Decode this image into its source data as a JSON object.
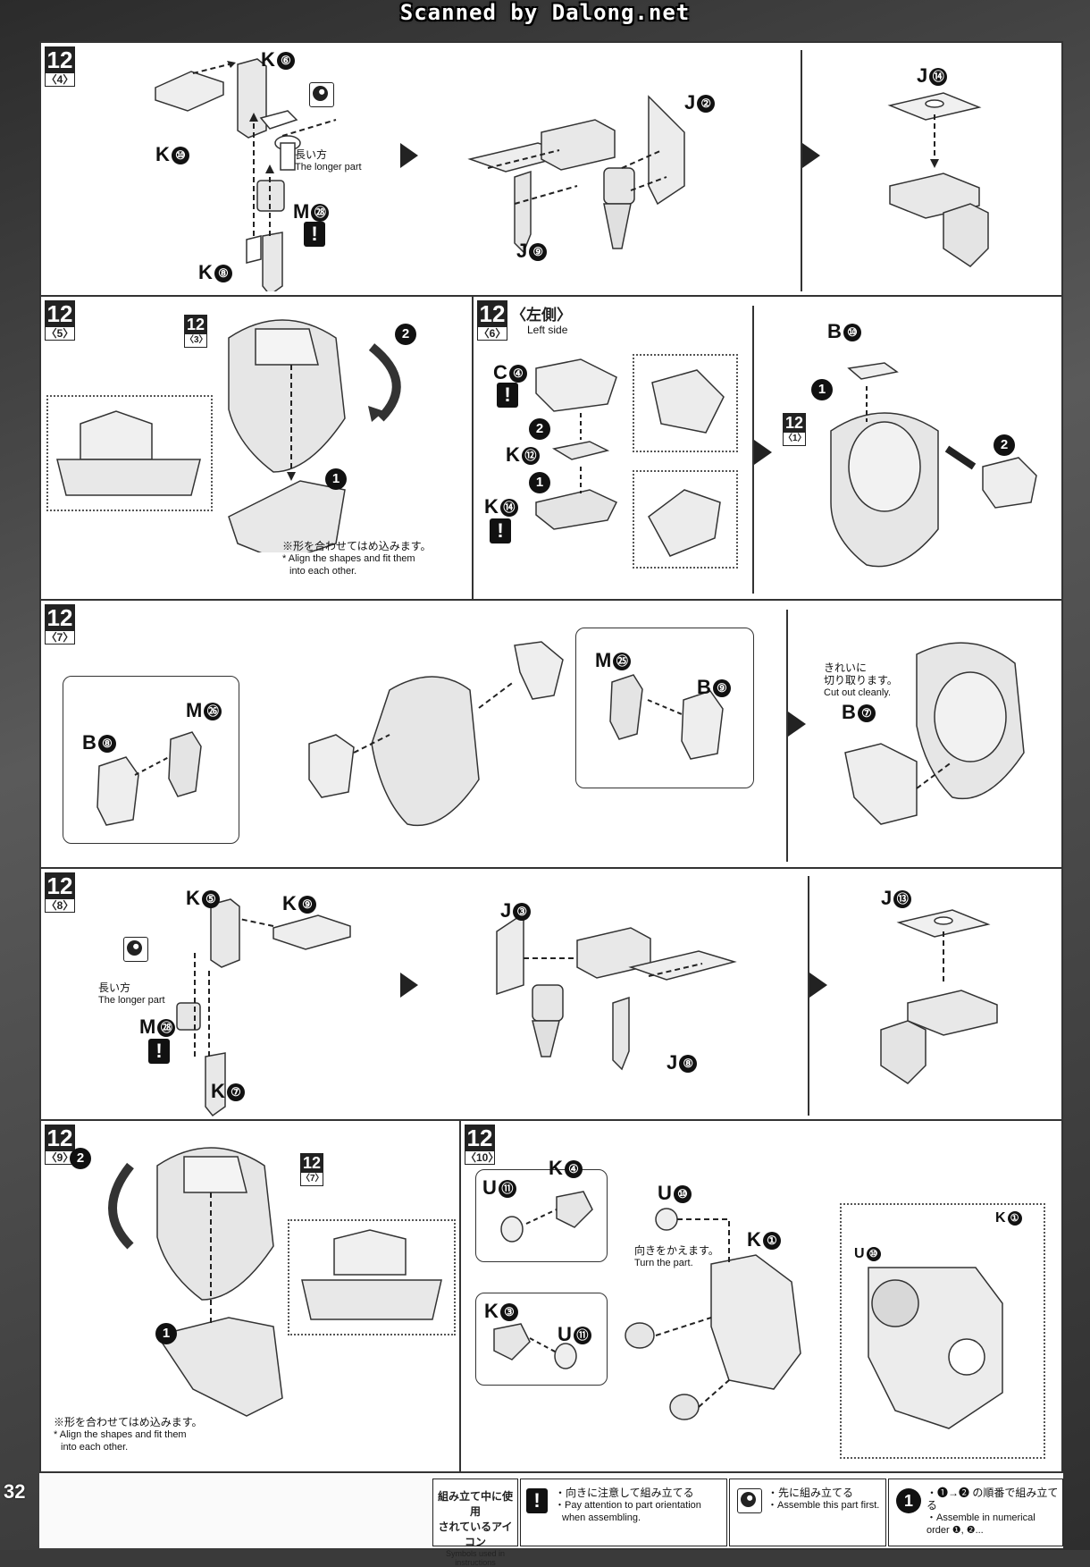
{
  "scan_title": "Scanned by Dalong.net",
  "page_number": "32",
  "panels": {
    "p4": {
      "step": "12",
      "sub": "〈4〉",
      "labels": [
        "K",
        "K",
        "K",
        "M",
        "J",
        "J",
        "J"
      ],
      "nums": [
        "⑩",
        "⑥",
        "⑧",
        "㉘",
        "②",
        "⑨",
        "⑭"
      ],
      "note_jp": "長い方",
      "note_en": "The longer part"
    },
    "p5": {
      "step": "12",
      "sub": "〈5〉",
      "ref_step": "12",
      "ref_sub": "〈3〉",
      "note_jp": "※形を合わせてはめ込みます。",
      "note_en1": "* Align the shapes and fit them",
      "note_en2": "into each other."
    },
    "p6": {
      "step": "12",
      "sub": "〈6〉",
      "side_jp": "〈左側〉",
      "side_en": "Left side",
      "labels": [
        "C",
        "K",
        "K",
        "B"
      ],
      "nums": [
        "④",
        "⑫",
        "⑭",
        "⑩"
      ],
      "ref_step": "12",
      "ref_sub": "〈1〉"
    },
    "p7": {
      "step": "12",
      "sub": "〈7〉",
      "labels": [
        "B",
        "M",
        "M",
        "B",
        "B"
      ],
      "nums": [
        "⑧",
        "㉖",
        "㉕",
        "⑨",
        "⑦"
      ],
      "note_jp1": "きれいに",
      "note_jp2": "切り取ります。",
      "note_en": "Cut out cleanly."
    },
    "p8": {
      "step": "12",
      "sub": "〈8〉",
      "labels": [
        "K",
        "K",
        "M",
        "K",
        "J",
        "J",
        "J"
      ],
      "nums": [
        "⑤",
        "⑨",
        "㉘",
        "⑦",
        "③",
        "⑧",
        "⑬"
      ],
      "note_jp": "長い方",
      "note_en": "The longer part"
    },
    "p9": {
      "step": "12",
      "sub": "〈9〉",
      "ref_step": "12",
      "ref_sub": "〈7〉",
      "note_jp": "※形を合わせてはめ込みます。",
      "note_en1": "* Align the shapes and fit them",
      "note_en2": "into each other."
    },
    "p10": {
      "step": "12",
      "sub": "〈10〉",
      "labels": [
        "U",
        "K",
        "U",
        "K",
        "K",
        "U",
        "K",
        "U"
      ],
      "nums": [
        "⑪",
        "④",
        "⑩",
        "①",
        "③",
        "⑪",
        "①",
        "⑩"
      ],
      "note_jp": "向きをかえます。",
      "note_en": "Turn the part."
    }
  },
  "footer": {
    "title_jp1": "組み立て中に使用",
    "title_jp2": "されているアイコン",
    "title_en": "Symbols used in instructions",
    "warn_jp": "・向きに注意して組み立てる",
    "warn_en1": "・Pay attention to part orientation",
    "warn_en2": "when assembling.",
    "first_jp": "・先に組み立てる",
    "first_en": "・Assemble this part first.",
    "order_jp": "・❶→❷ の順番で組み立てる",
    "order_en": "・Assemble in numerical order ❶, ❷..."
  },
  "symbols": {
    "warn": "!",
    "circle1": "1",
    "circle2": "2"
  }
}
